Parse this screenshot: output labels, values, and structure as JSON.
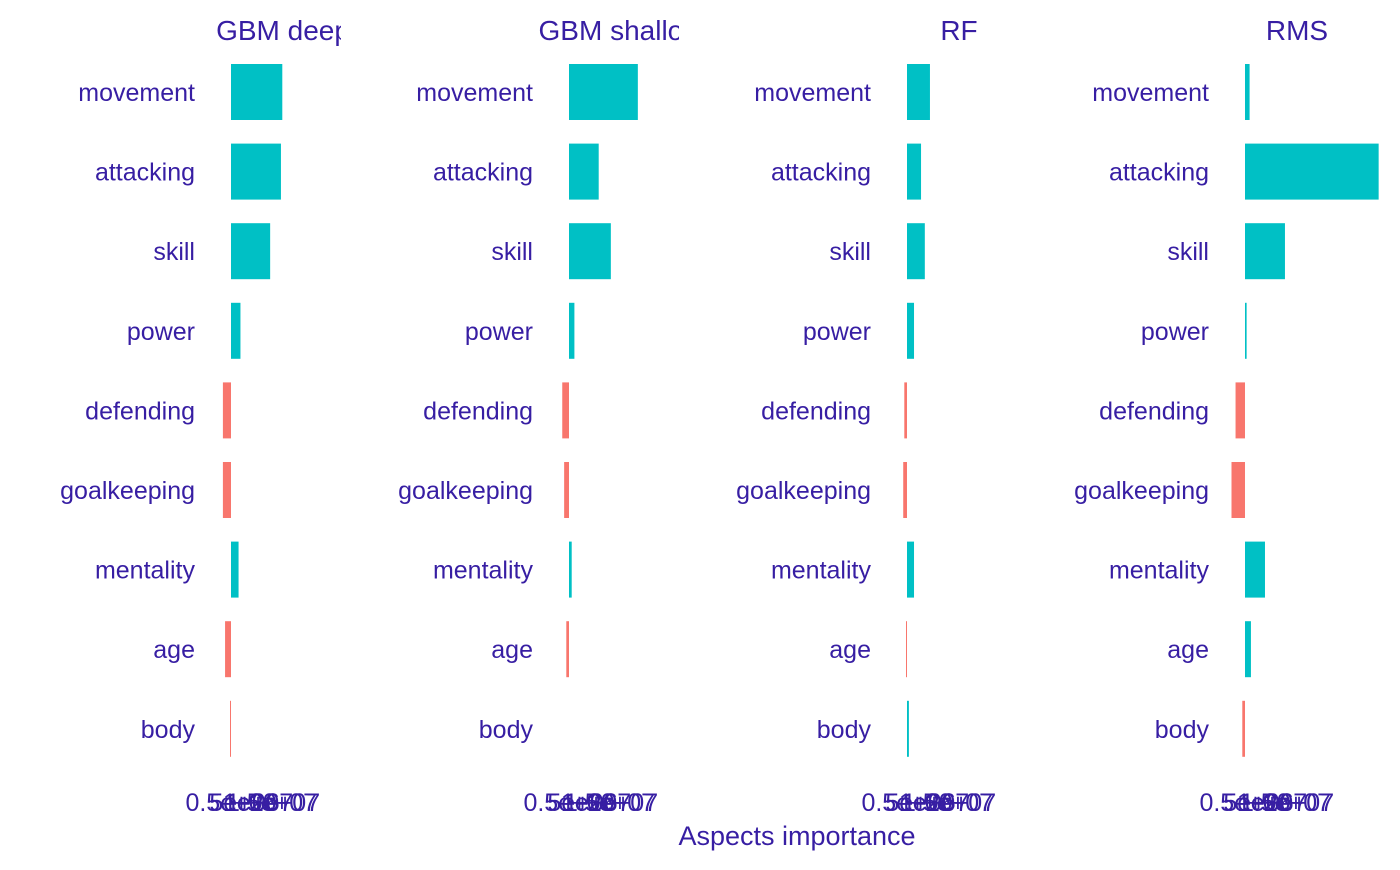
{
  "colors": {
    "text": "#371ea3",
    "positive": "#00c0c5",
    "negative": "#f8766d",
    "background": "#ffffff"
  },
  "chart_data": {
    "type": "bar",
    "orientation": "horizontal",
    "xlabel": "Aspects importance",
    "categories": [
      "movement",
      "attacking",
      "skill",
      "power",
      "defending",
      "goalkeeping",
      "mentality",
      "age",
      "body"
    ],
    "tick_labels": [
      "0.5e+00",
      "5e+06",
      "1e+07",
      "1.5e+07",
      "2e+07"
    ],
    "grid": false,
    "legend": "none",
    "panels": [
      {
        "title": "GBM deep",
        "series": [
          {
            "values": [
              19000000.0,
              18500000.0,
              14500000.0,
              3500000.0,
              -3000000.0,
              -3000000.0,
              2800000.0,
              -2200000.0,
              -300000.0
            ]
          }
        ]
      },
      {
        "title": "GBM shallow",
        "series": [
          {
            "values": [
              25500000.0,
              11000000.0,
              15500000.0,
              2000000.0,
              -2500000.0,
              -1800000.0,
              1000000.0,
              -1000000.0,
              0
            ]
          }
        ]
      },
      {
        "title": "RF",
        "series": [
          {
            "values": [
              8500000.0,
              5200000.0,
              6600000.0,
              2600000.0,
              -1000000.0,
              -1400000.0,
              2600000.0,
              -200000.0,
              700000.0
            ]
          }
        ]
      },
      {
        "title": "RMS",
        "series": [
          {
            "values": [
              1700000.0,
              49500000.0,
              14800000.0,
              600000.0,
              -3500000.0,
              -5000000.0,
              7400000.0,
              2200000.0,
              -1000000.0
            ]
          }
        ]
      }
    ]
  }
}
